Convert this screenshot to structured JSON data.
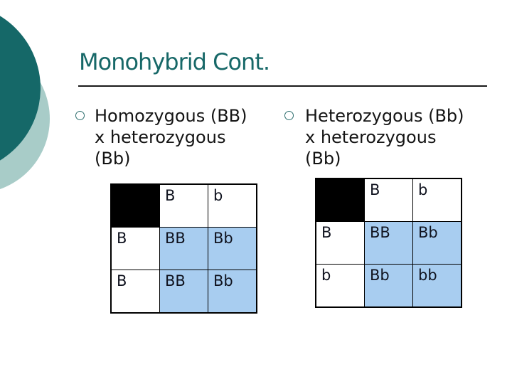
{
  "slide": {
    "title": "Monohybrid Cont.",
    "bullets": [
      {
        "text": "Homozygous (BB)\nx heterozygous\n(Bb)"
      },
      {
        "text": "Heterozygous (Bb)\nx heterozygous\n(Bb)"
      }
    ]
  },
  "punnett_left": {
    "col_headers": [
      "B",
      "b"
    ],
    "row_headers": [
      "B",
      "B"
    ],
    "cells": [
      [
        "BB",
        "Bb"
      ],
      [
        "BB",
        "Bb"
      ]
    ]
  },
  "punnett_right": {
    "col_headers": [
      "B",
      "b"
    ],
    "row_headers": [
      "B",
      "b"
    ],
    "cells": [
      [
        "BB",
        "Bb"
      ],
      [
        "Bb",
        "bb"
      ]
    ]
  },
  "colors": {
    "title_text": "#176868",
    "decorative_circle_dark": "#156868",
    "decorative_circle_light": "#a8ccc8",
    "result_cell_blue": "#a8cdf0",
    "corner_cell_black": "#000000",
    "body_text": "#141414"
  }
}
